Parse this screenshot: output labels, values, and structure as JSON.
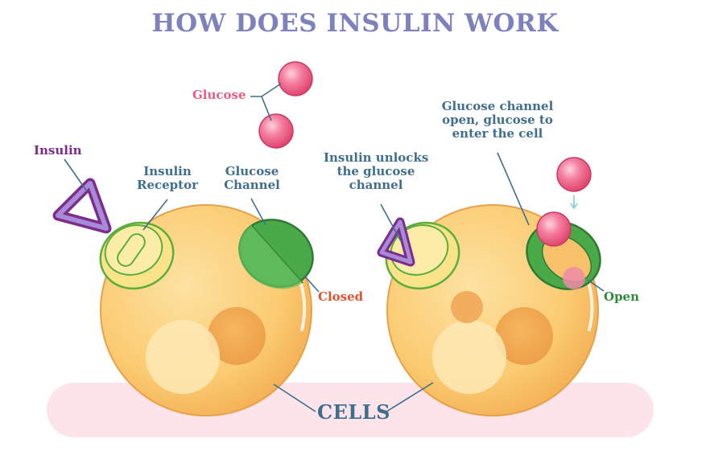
{
  "title": "HOW DOES INSULIN WORK",
  "labels": {
    "glucose": "Glucose",
    "insulin": "Insulin",
    "insulin_receptor": [
      "Insulin",
      "Receptor"
    ],
    "glucose_channel": [
      "Glucose",
      "Channel"
    ],
    "closed": "Closed",
    "insulin_unlocks": [
      "Insulin unlocks",
      "the glucose",
      "channel"
    ],
    "channel_open": [
      "Glucose channel",
      "open, glucose to",
      "enter the cell"
    ],
    "open": "Open",
    "cells": "CELLS"
  },
  "colors": {
    "title": "#7d82bd",
    "label_blue": "#3f6f8d",
    "glucose_pink": "#e95d84",
    "insulin_purple": "#7b2c8c",
    "closed_orange": "#e0532e",
    "open_green": "#2e8b3c",
    "cell_fill": "#fbcf7a",
    "membrane_pink": "#fde4ea"
  }
}
